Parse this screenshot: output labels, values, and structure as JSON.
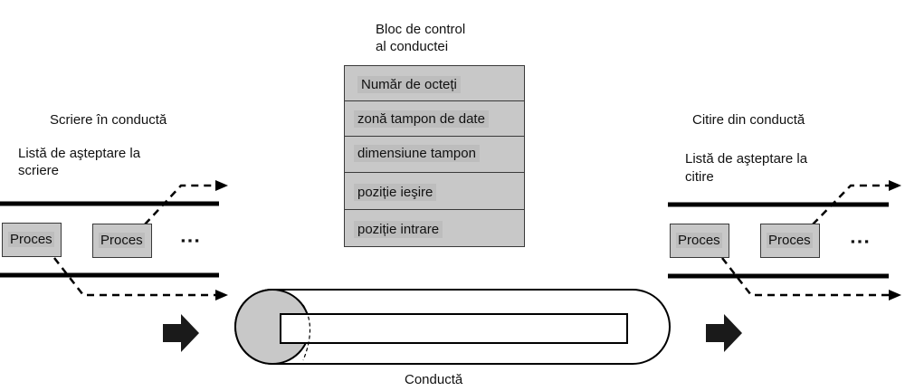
{
  "write_side": {
    "title": "Scriere în conductă",
    "queue_label_line1": "Listă de aşteptare la",
    "queue_label_line2": "scriere",
    "process_1": "Proces",
    "process_2": "Proces",
    "ellipsis": "▪▪▪"
  },
  "control_block": {
    "title_line1": "Bloc de control",
    "title_line2": "al conductei",
    "fields": [
      "Număr de octeți",
      "zonă tampon de date",
      "dimensiune tampon",
      "poziție ieşire",
      "poziție intrare"
    ]
  },
  "pipe": {
    "label": "Conductă"
  },
  "read_side": {
    "title": "Citire din conductă",
    "queue_label_line1": "Listă de aşteptare la",
    "queue_label_line2": "citire",
    "process_1": "Proces",
    "process_2": "Proces",
    "ellipsis": "▪▪▪"
  }
}
